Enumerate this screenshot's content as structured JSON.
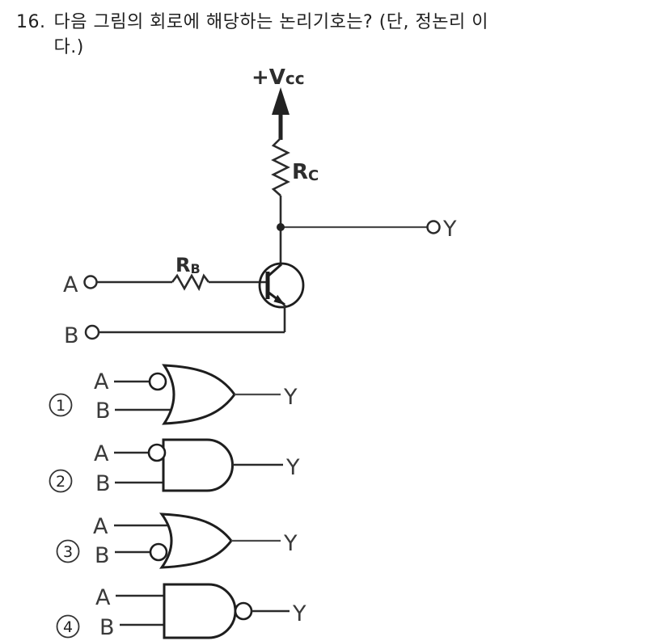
{
  "question": {
    "number": "16.",
    "line1": "다음 그림의 회로에 해당하는 논리기호는? (단, 정논리 이",
    "line2": "다.)"
  },
  "circuit": {
    "vcc_main": "+V",
    "vcc_sub": "cc",
    "rc_main": "R",
    "rc_sub": "C",
    "rb_main": "R",
    "rb_sub": "B",
    "input_a": "A",
    "input_b": "B",
    "output_y": "Y"
  },
  "choices": [
    {
      "number": "1",
      "gate_type": "or-gate-with-inverted-a-input",
      "input_a": "A",
      "input_b": "B",
      "output": "Y"
    },
    {
      "number": "2",
      "gate_type": "and-gate-with-inverted-a-input",
      "input_a": "A",
      "input_b": "B",
      "output": "Y"
    },
    {
      "number": "3",
      "gate_type": "or-gate-with-inverted-b-input",
      "input_a": "A",
      "input_b": "B",
      "output": "Y"
    },
    {
      "number": "4",
      "gate_type": "nand-gate",
      "input_a": "A",
      "input_b": "B",
      "output": "Y"
    }
  ],
  "colors": {
    "ink": "#2b2b2b",
    "background": "#ffffff"
  }
}
